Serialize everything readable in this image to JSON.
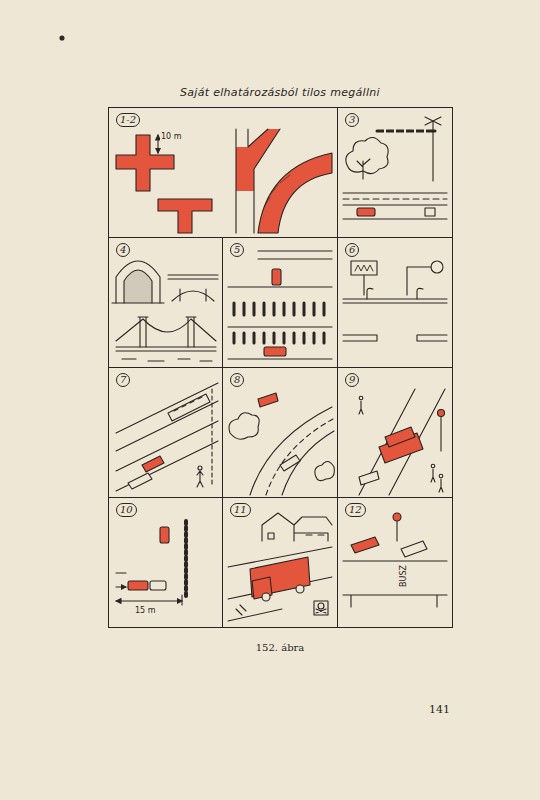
{
  "diagram": {
    "title": "Saját elhatározásból tilos megállni",
    "caption": "152. ábra",
    "nodes": [
      {
        "text": [
          "1-2"
        ]
      },
      {
        "text": [
          "3"
        ]
      },
      {
        "text": [
          "4"
        ]
      },
      {
        "text": [
          "5"
        ]
      },
      {
        "text": [
          "6"
        ]
      },
      {
        "text": [
          "7"
        ]
      },
      {
        "text": [
          "8"
        ]
      },
      {
        "text": [
          "9"
        ]
      },
      {
        "text": [
          "10"
        ]
      },
      {
        "text": [
          "11"
        ]
      },
      {
        "text": [
          "12"
        ]
      }
    ],
    "labels": [
      "10 m",
      "15 m",
      "BUSZ",
      "141"
    ]
  }
}
